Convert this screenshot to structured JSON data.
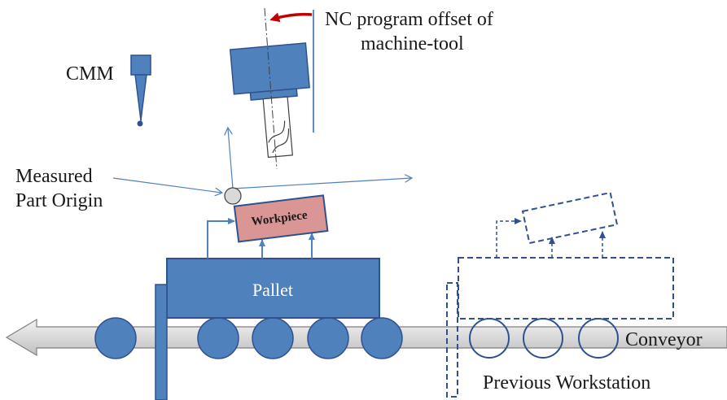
{
  "labels": {
    "cmm": "CMM",
    "nc_offset_line1": "NC program offset of",
    "nc_offset_line2": "machine-tool",
    "measured_origin_line1": "Measured",
    "measured_origin_line2": "Part Origin",
    "workpiece": "Workpiece",
    "pallet": "Pallet",
    "conveyor": "Conveyor",
    "previous_workstation": "Previous Workstation"
  },
  "colors": {
    "blue_fill": "#4f81bd",
    "blue_stroke": "#2f528f",
    "workpiece_fill": "#d99694",
    "offset_arrow": "#c00000",
    "conveyor_fill": "#d9d9d9",
    "dashed_stroke": "#2f528f"
  },
  "icons": {
    "cmm_probe": "cmm-probe-icon",
    "machine_tool_spindle": "machine-tool-spindle-icon",
    "origin_marker": "origin-circle-icon"
  }
}
